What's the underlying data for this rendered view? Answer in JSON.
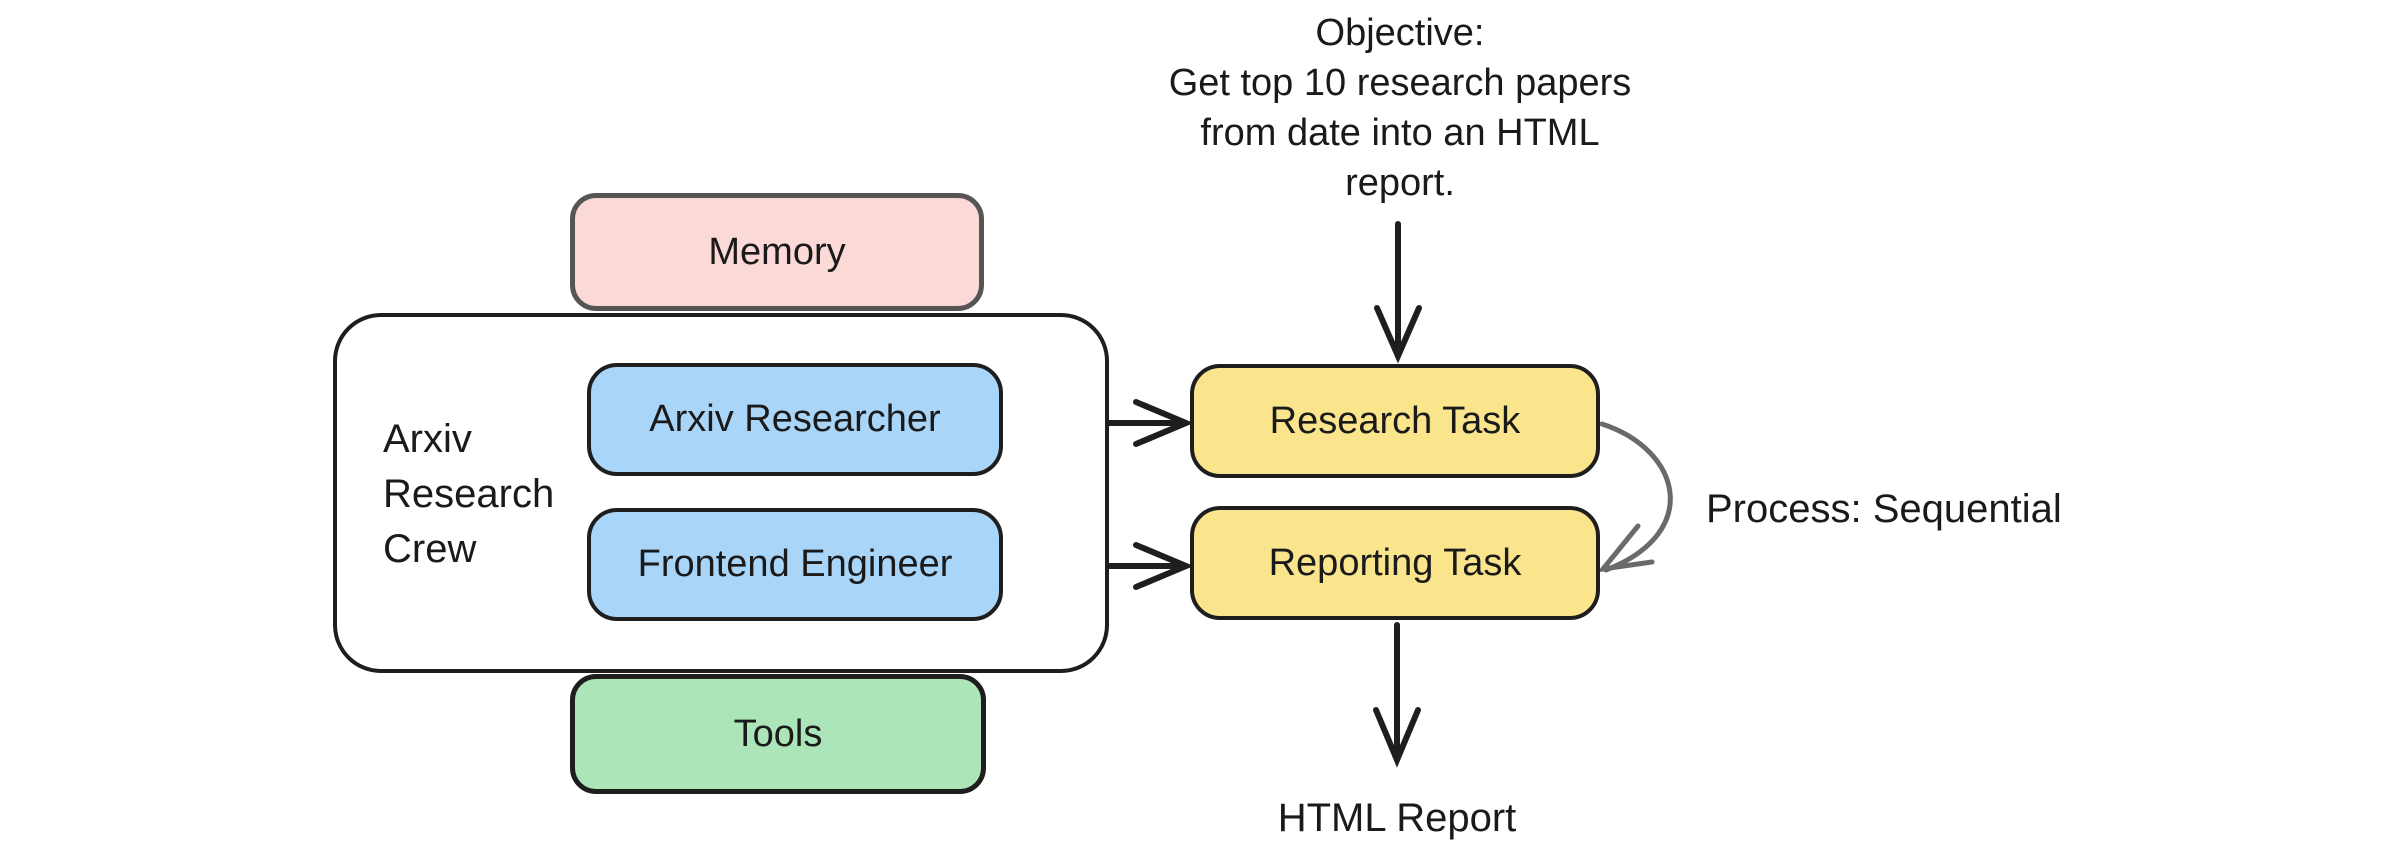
{
  "diagram": {
    "title_none_shown": "",
    "crew": {
      "label": "Arxiv Research Crew",
      "agents": [
        {
          "label": "Arxiv Researcher"
        },
        {
          "label": "Frontend Engineer"
        }
      ]
    },
    "memory": {
      "label": "Memory"
    },
    "tools": {
      "label": "Tools"
    },
    "tasks": [
      {
        "label": "Research Task"
      },
      {
        "label": "Reporting Task"
      }
    ],
    "objective": {
      "text": "Objective:\nGet top 10 research papers\nfrom date into an HTML\nreport."
    },
    "process": {
      "label": "Process: Sequential"
    },
    "output": {
      "label": "HTML Report"
    },
    "colors": {
      "memory_fill": "#fbd9d6",
      "memory_border": "#555555",
      "agent_fill": "#a9d5f8",
      "task_fill": "#fae58c",
      "tools_fill": "#ace6b8",
      "container_fill": "#ffffff",
      "border": "#1e1e1e",
      "arrow": "#1e1e1e",
      "sequence_arrow": "#6a6a6a",
      "text": "#1a1a1a"
    }
  }
}
